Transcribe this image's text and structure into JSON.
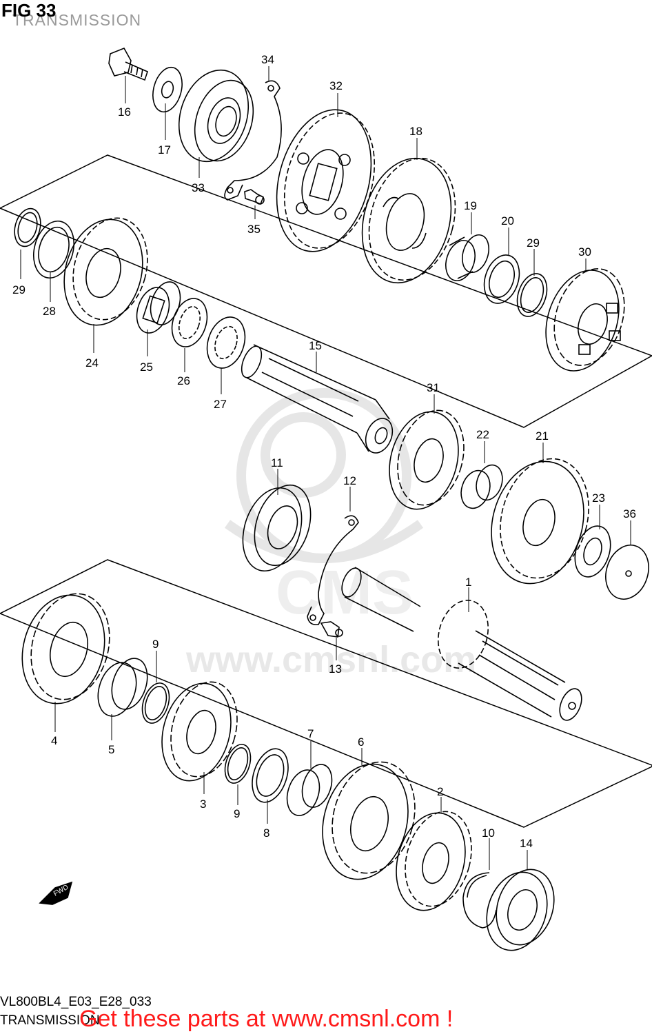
{
  "header": {
    "fig_number": "FIG 33",
    "fig_title": "TRANSMISSION"
  },
  "footer": {
    "drawing_code": "VL800BL4_E03_E28_033",
    "title": "TRANSMISSION",
    "call_to_action": "Get these parts at www.cmsnl.com !"
  },
  "fwd_label": "FWD",
  "watermark": {
    "text": "www.cmsnl.com",
    "logo_text": "CMS",
    "color": "#e6e6e6"
  },
  "part_labels": [
    "1",
    "2",
    "3",
    "4",
    "5",
    "6",
    "7",
    "8",
    "9",
    "9",
    "10",
    "11",
    "12",
    "13",
    "14",
    "15",
    "16",
    "17",
    "18",
    "19",
    "20",
    "21",
    "22",
    "23",
    "24",
    "25",
    "26",
    "27",
    "28",
    "29",
    "29",
    "30",
    "31",
    "32",
    "33",
    "34",
    "35",
    "36"
  ],
  "colors": {
    "line": "#000000",
    "cta": "#ff1a1a",
    "title_gray": "#9a9a9a"
  }
}
